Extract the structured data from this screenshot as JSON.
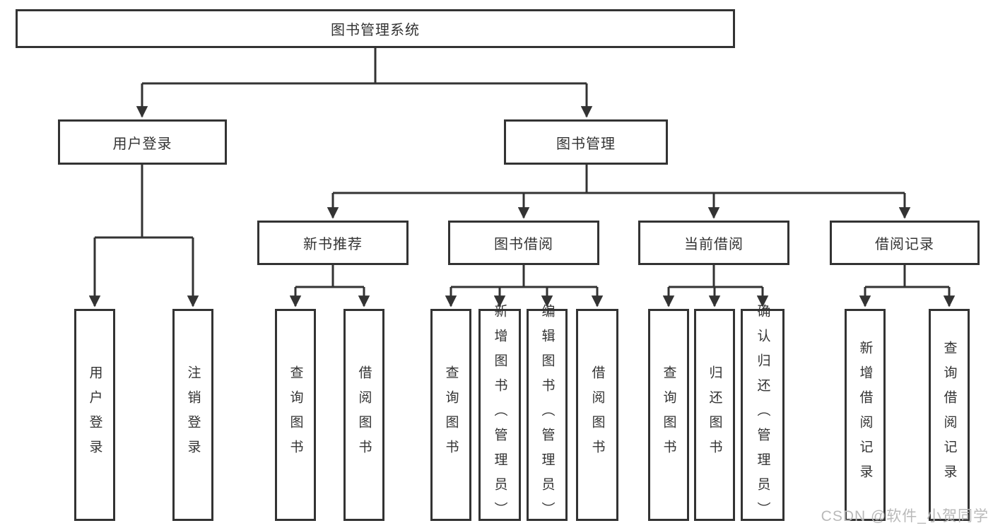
{
  "diagram": {
    "root": {
      "label": "图书管理系统"
    },
    "branches": [
      {
        "label": "用户登录",
        "children": [
          {
            "label": "用户登录"
          },
          {
            "label": "注销登录"
          }
        ]
      },
      {
        "label": "图书管理",
        "children": [
          {
            "label": "新书推荐",
            "children": [
              {
                "label": "查询图书"
              },
              {
                "label": "借阅图书"
              }
            ]
          },
          {
            "label": "图书借阅",
            "children": [
              {
                "label": "查询图书"
              },
              {
                "label": "新增图书（管理员）"
              },
              {
                "label": "编辑图书（管理员）"
              },
              {
                "label": "借阅图书"
              }
            ]
          },
          {
            "label": "当前借阅",
            "children": [
              {
                "label": "查询图书"
              },
              {
                "label": "归还图书"
              },
              {
                "label": "确认归还（管理员）"
              }
            ]
          },
          {
            "label": "借阅记录",
            "children": [
              {
                "label": "新增借阅记录"
              },
              {
                "label": "查询借阅记录"
              }
            ]
          }
        ]
      }
    ]
  },
  "watermark": {
    "text": "CSDN @软件_小贺同学"
  },
  "colors": {
    "line": "#333333",
    "box_border": "#333333",
    "text": "#333333",
    "watermark": "#b9b9b9",
    "background": "#ffffff"
  }
}
